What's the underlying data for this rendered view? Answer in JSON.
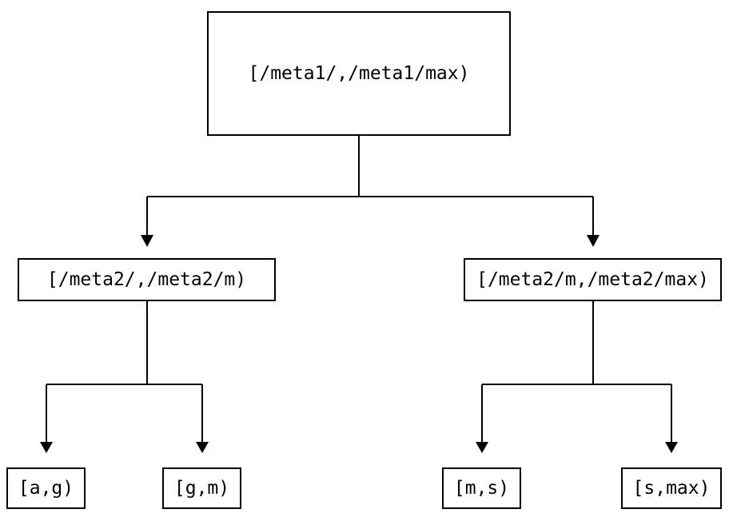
{
  "diagram": {
    "type": "tree",
    "colors": {
      "stroke": "#000000",
      "background": "#ffffff"
    },
    "root": {
      "label": "[/meta1/,/meta1/max)"
    },
    "children": [
      {
        "label": "[/meta2/,/meta2/m)",
        "children": [
          {
            "label": "[a,g)"
          },
          {
            "label": "[g,m)"
          }
        ]
      },
      {
        "label": "[/meta2/m,/meta2/max)",
        "children": [
          {
            "label": "[m,s)"
          },
          {
            "label": "[s,max)"
          }
        ]
      }
    ]
  }
}
